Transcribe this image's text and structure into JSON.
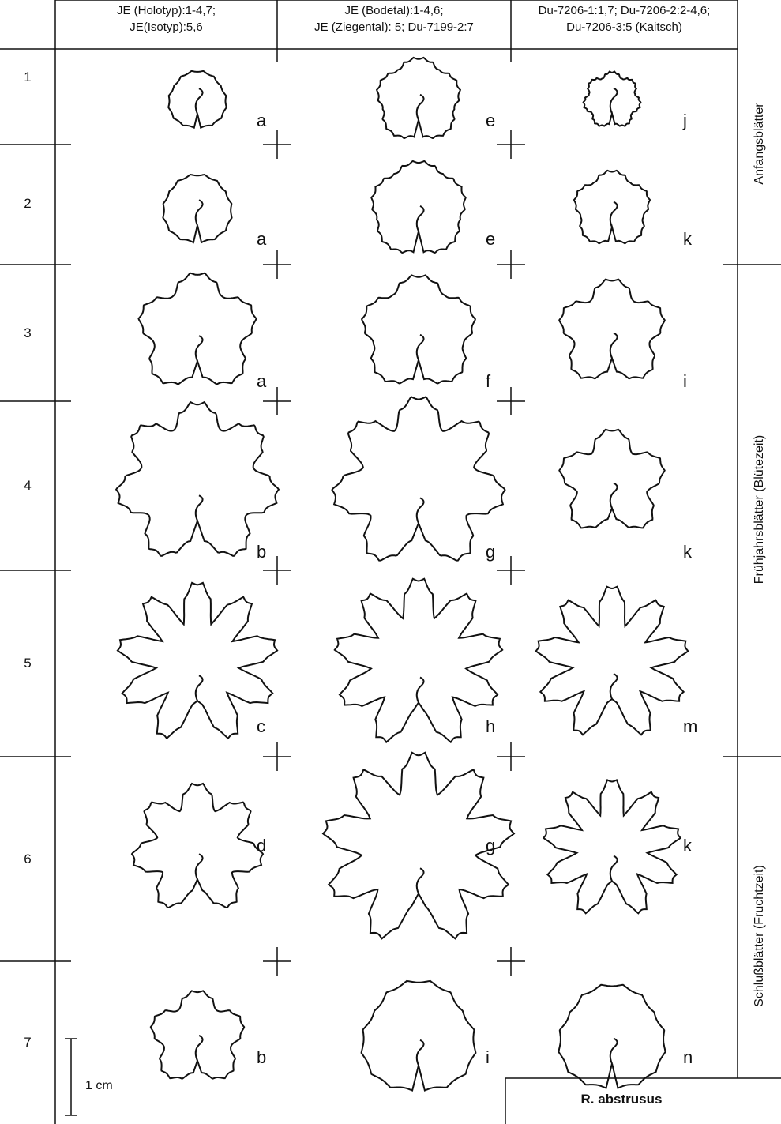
{
  "columns": [
    "JE (Holotyp):1-4,7;\nJE(Isotyp):5,6",
    "JE (Bodetal):1-4,6;\nJE (Ziegental): 5; Du-7199-2:7",
    "Du-7206-1:1,7; Du-7206-2:2-4,6;\nDu-7206-3:5 (Kaitsch)"
  ],
  "rows": [
    "1",
    "2",
    "3",
    "4",
    "5",
    "6",
    "7"
  ],
  "letters": [
    [
      "a",
      "e",
      "j"
    ],
    [
      "a",
      "e",
      "k"
    ],
    [
      "a",
      "f",
      "i"
    ],
    [
      "b",
      "g",
      "k"
    ],
    [
      "c",
      "h",
      "m"
    ],
    [
      "d",
      "g",
      "k"
    ],
    [
      "b",
      "i",
      "n"
    ]
  ],
  "side_labels": [
    "Anfangsblätter",
    "Frühjahrsblätter (Blütezeit)",
    "Schlußblätter (Fruchtzeit)"
  ],
  "scale_label": "1 cm",
  "species": "R. abstrusus"
}
